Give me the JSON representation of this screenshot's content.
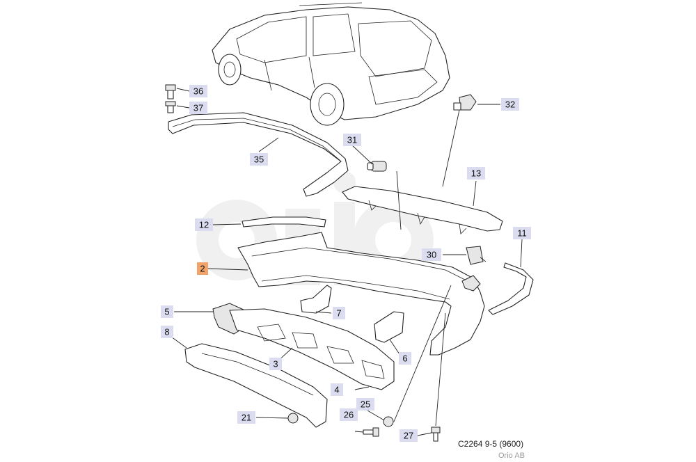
{
  "diagram": {
    "caption": "C2264 9-5 (9600)",
    "credit": "Orio AB",
    "watermark_text": "orio",
    "callouts": [
      {
        "id": "c36",
        "label": "36"
      },
      {
        "id": "c37",
        "label": "37"
      },
      {
        "id": "c35",
        "label": "35"
      },
      {
        "id": "c31",
        "label": "31"
      },
      {
        "id": "c32",
        "label": "32"
      },
      {
        "id": "c13",
        "label": "13"
      },
      {
        "id": "c12",
        "label": "12"
      },
      {
        "id": "c11",
        "label": "11"
      },
      {
        "id": "c30",
        "label": "30"
      },
      {
        "id": "c2",
        "label": "2",
        "highlight": true
      },
      {
        "id": "c5",
        "label": "5"
      },
      {
        "id": "c7",
        "label": "7"
      },
      {
        "id": "c8",
        "label": "8"
      },
      {
        "id": "c3",
        "label": "3"
      },
      {
        "id": "c6",
        "label": "6"
      },
      {
        "id": "c4",
        "label": "4"
      },
      {
        "id": "c25",
        "label": "25"
      },
      {
        "id": "c21",
        "label": "21"
      },
      {
        "id": "c26",
        "label": "26"
      },
      {
        "id": "c27",
        "label": "27"
      }
    ],
    "colors": {
      "callout_fill": "#dcdcf0",
      "callout_highlight": "#f2a36a",
      "line": "#222222",
      "watermark": "#e4e4e4"
    }
  }
}
